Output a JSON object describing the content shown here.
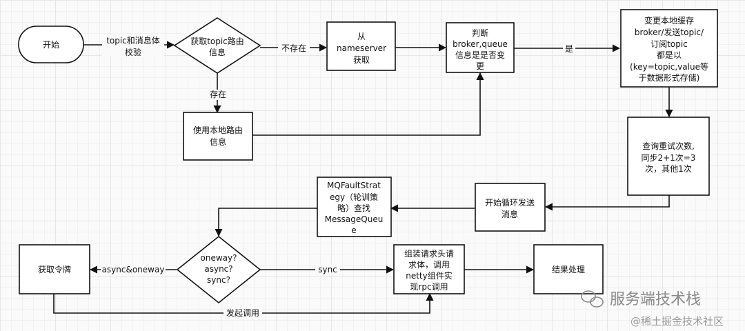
{
  "nodes": {
    "start": "开始",
    "get_route": [
      "获取topic路由",
      "信息"
    ],
    "from_nameserver": [
      "从",
      "nameserver",
      "获取"
    ],
    "judge_change": [
      "判断",
      "broker,queue",
      "信息是是否变",
      "更"
    ],
    "update_cache": [
      "变更本地缓存",
      "broker/发送topic/",
      "订阅topic",
      "都是以",
      "(key=topic,value等",
      "于数据形式存储)"
    ],
    "use_local_route": [
      "使用本地路由",
      "信息"
    ],
    "retry_count": [
      "查询重试次数,",
      "同步2+1次=3",
      "次，其他1次"
    ],
    "loop_send": [
      "开始循环发送",
      "消息"
    ],
    "fault_strategy": [
      "MQFaultStrat",
      "egy（轮训策",
      "略）查找",
      "MessageQueu",
      "e"
    ],
    "mode_decision": [
      "oneway?",
      "async?",
      "sync?"
    ],
    "get_token": "获取令牌",
    "assemble_request": [
      "组装请求头请",
      "求体，调用",
      "netty组件实",
      "现rpc调用"
    ],
    "result_handling": "结果处理"
  },
  "edges": {
    "topic_check": [
      "topic和消息体",
      "校验"
    ],
    "not_exist": "不存在",
    "exist": "存在",
    "yes": "是",
    "async_oneway": "async&oneway",
    "sync": "sync",
    "invoke": "发起调用"
  },
  "watermark": {
    "account": "服务端技术栈",
    "platform": "@稀土掘金技术社区"
  }
}
